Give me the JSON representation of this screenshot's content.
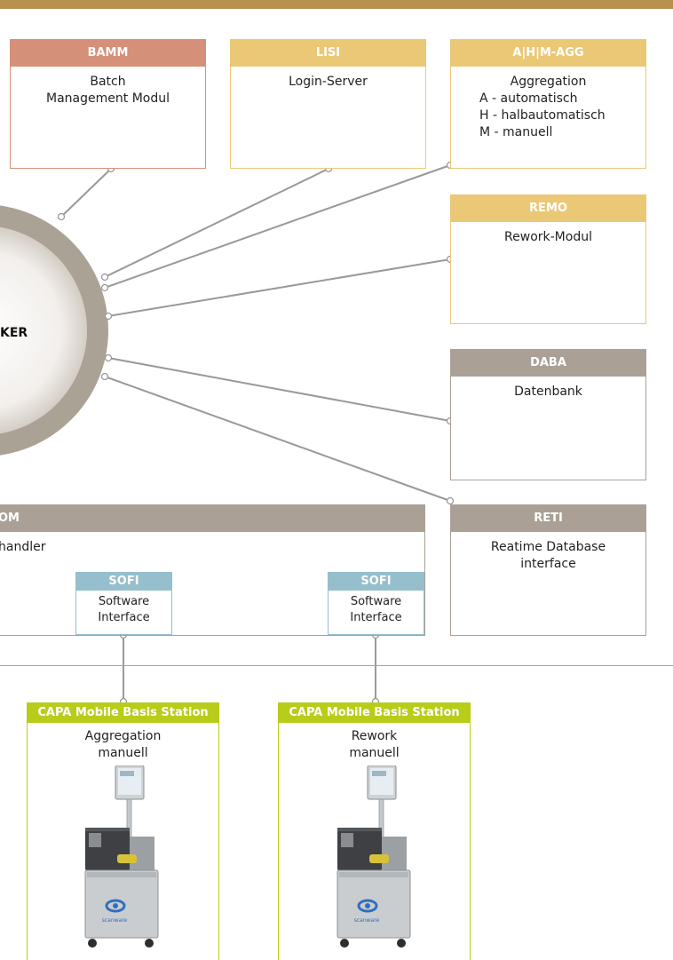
{
  "colors": {
    "bamm": "#d5907a",
    "yellow": "#ebc876",
    "grey": "#aaa095",
    "sofi": "#95bfcc",
    "capa": "#b8cc1a",
    "wire": "#999999",
    "hub": "#aba296",
    "topbar": "#b8914f"
  },
  "hub": {
    "label": "KER"
  },
  "modules": {
    "bamm": {
      "title": "BAMM",
      "lines": [
        "Batch",
        "Management Modul"
      ]
    },
    "lisi": {
      "title": "LISI",
      "lines": [
        "Login-Server"
      ]
    },
    "ahm": {
      "title": "A|H|M-AGG",
      "lines": [
        "Aggregation",
        "A - automatisch",
        "H - halbautomatisch",
        "M - manuell"
      ]
    },
    "remo": {
      "title": "REMO",
      "lines": [
        "Rework-Modul"
      ]
    },
    "daba": {
      "title": "DABA",
      "lines": [
        "Datenbank"
      ]
    },
    "reti": {
      "title": "RETI",
      "lines": [
        "Reatime Database",
        "interface"
      ]
    },
    "com": {
      "title": "OM",
      "lines": [
        "handler"
      ]
    }
  },
  "sofi": [
    {
      "title": "SOFI",
      "lines": [
        "Software",
        "Interface"
      ]
    },
    {
      "title": "SOFI",
      "lines": [
        "Software",
        "Interface"
      ]
    }
  ],
  "capa": [
    {
      "title": "CAPA Mobile Basis Station",
      "lines": [
        "Aggregation",
        "manuell"
      ],
      "logo_text": "scanware"
    },
    {
      "title": "CAPA Mobile Basis Station",
      "lines": [
        "Rework",
        "manuell"
      ],
      "logo_text": "scanware"
    }
  ]
}
